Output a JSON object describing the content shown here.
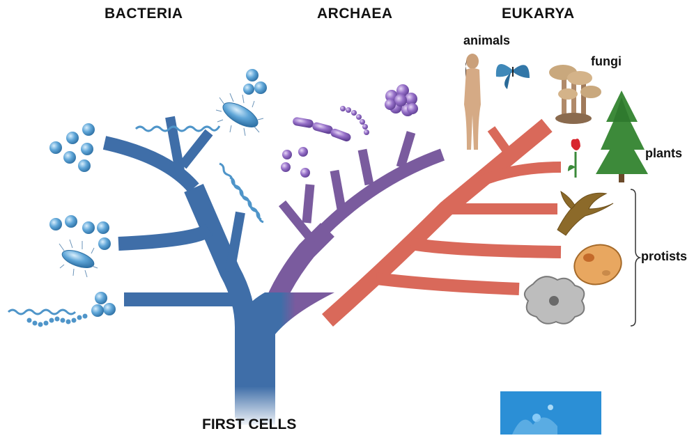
{
  "domains": {
    "bacteria": "BACTERIA",
    "archaea": "ARCHAEA",
    "eukarya": "EUKARYA"
  },
  "groups": {
    "animals": "animals",
    "fungi": "fungi",
    "plants": "plants",
    "protists": "protists"
  },
  "root_label": "FIRST CELLS",
  "colors": {
    "bacteria": "#3f6ea8",
    "archaea": "#7a5b9e",
    "eukarya": "#d9695a",
    "microbe_blue": "#4f95c9",
    "microbe_purple": "#8a63bd"
  }
}
